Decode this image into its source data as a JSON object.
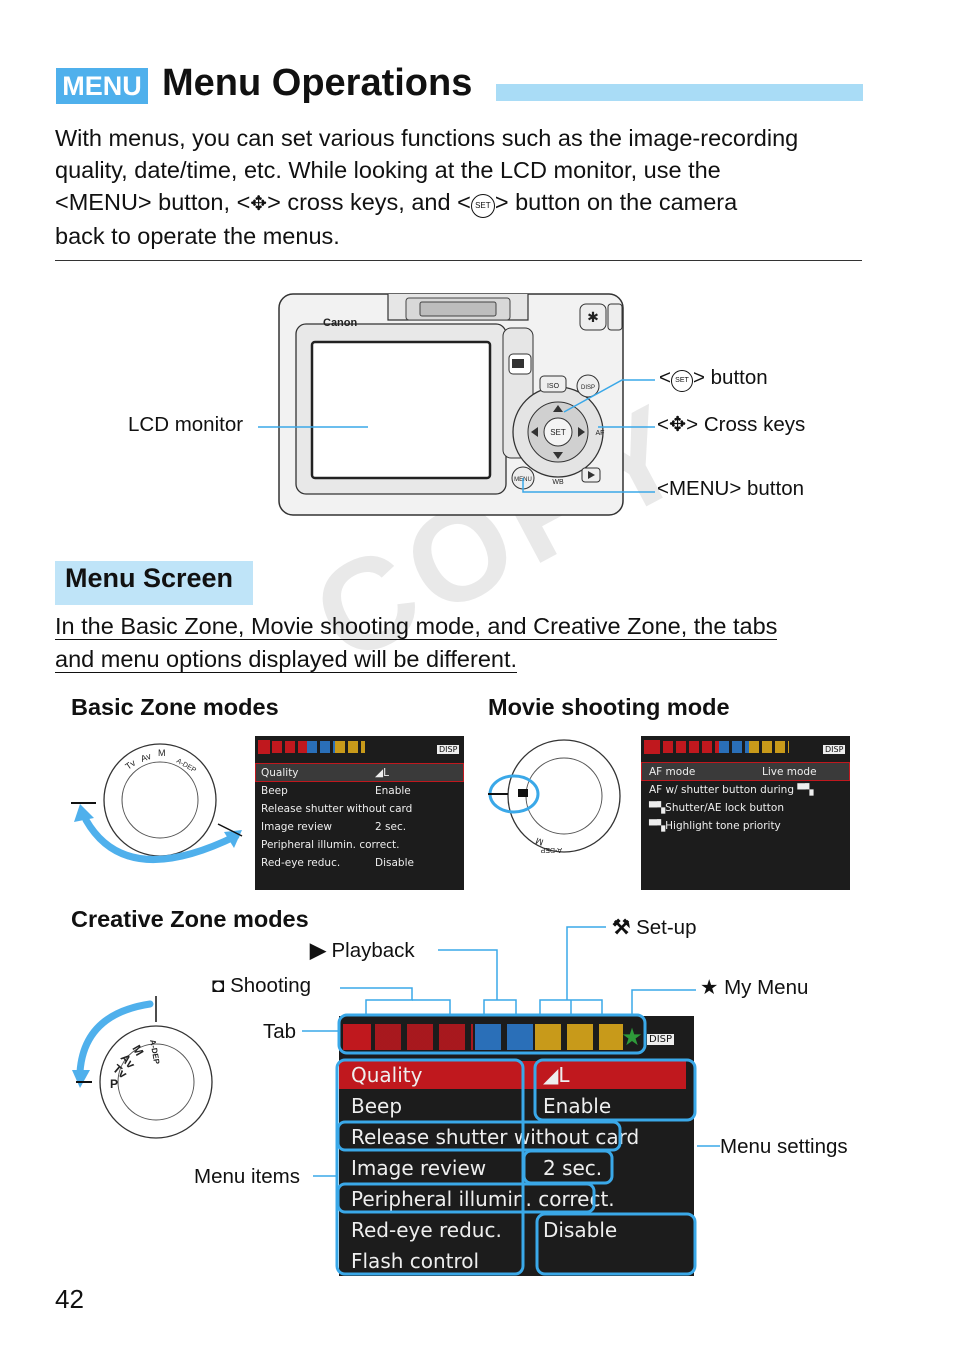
{
  "header": {
    "badge": "MENU",
    "title": "Menu Operations"
  },
  "intro": {
    "line1": "With menus, you can set various functions such as the image-recording",
    "line2": "quality, date/time, etc. While looking at the LCD monitor, use the",
    "line3_a": "<MENU> button, <",
    "line3_b": "> cross keys, and <",
    "line3_c": "> button on the camera",
    "line4": "back to operate the menus."
  },
  "camera": {
    "brand": "Canon",
    "lcd_label": "LCD monitor",
    "set_label_prefix": "<",
    "set_label_suffix": "> button",
    "cross_label_prefix": "<",
    "cross_label_suffix": "> Cross keys",
    "menu_label_prefix": "<MENU>",
    "menu_label_suffix": " button",
    "btn_set": "SET",
    "btn_iso": "ISO",
    "btn_disp": "DISP",
    "btn_menu": "MENU",
    "btn_wb": "WB",
    "btn_af": "AF"
  },
  "menu_screen": {
    "section_title": "Menu Screen",
    "note_line1": "In the Basic Zone, Movie shooting mode, and Creative Zone, the tabs",
    "note_line2": "and menu options displayed will be different.",
    "basic_heading": "Basic Zone modes",
    "movie_heading": "Movie shooting mode",
    "creative_heading": "Creative Zone modes",
    "watermark": "COPY"
  },
  "basic_lcd": {
    "disp": "DISP",
    "rows": [
      {
        "item": "Quality",
        "value": "◢L"
      },
      {
        "item": "Beep",
        "value": "Enable"
      },
      {
        "item": "Release shutter without card",
        "value": ""
      },
      {
        "item": "Image review",
        "value": "2 sec."
      },
      {
        "item": "Peripheral illumin. correct.",
        "value": ""
      },
      {
        "item": "Red-eye reduc.",
        "value": "Disable"
      }
    ]
  },
  "movie_lcd": {
    "disp": "DISP",
    "rows": [
      {
        "item": "AF mode",
        "value": "Live mode"
      },
      {
        "item": "AF w/ shutter button during ▀▚",
        "value": ""
      },
      {
        "item": "▀▚Shutter/AE lock button",
        "value": ""
      },
      {
        "item": "▀▚Highlight tone priority",
        "value": ""
      }
    ]
  },
  "creative_lcd": {
    "disp": "DISP",
    "rows": [
      {
        "item": "Quality",
        "value": "◢L"
      },
      {
        "item": "Beep",
        "value": "Enable"
      },
      {
        "item": "Release shutter without card",
        "value": ""
      },
      {
        "item": "Image review",
        "value": "2 sec."
      },
      {
        "item": "Peripheral illumin. correct.",
        "value": ""
      },
      {
        "item": "Red-eye reduc.",
        "value": "Disable"
      },
      {
        "item": "Flash control",
        "value": ""
      }
    ]
  },
  "callouts": {
    "setup": "Set-up",
    "playback": "Playback",
    "shooting": "Shooting",
    "mymenu": "My Menu",
    "tab": "Tab",
    "menu_items": "Menu items",
    "menu_settings": "Menu settings"
  },
  "dial": {
    "adep": "A-DEP",
    "m": "M",
    "av": "Av",
    "tv": "Tv",
    "p": "P"
  },
  "page_number": "42",
  "colors": {
    "accent": "#4fb0ec",
    "accent_light": "#bfe4f8",
    "callout_line": "#3aa8e8",
    "lcd_bg": "#1c1c1c",
    "selected_red": "#c0181e",
    "tab_shoot": "#c0181e",
    "tab_play": "#2a6fb8",
    "tab_setup": "#c89a1a",
    "tab_mymenu": "#2e9a3a"
  }
}
